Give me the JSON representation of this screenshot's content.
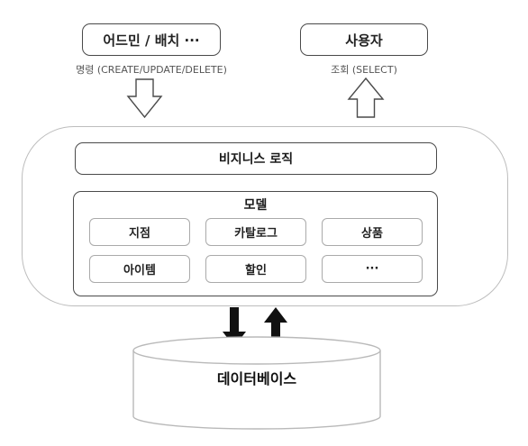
{
  "actors": {
    "admin": {
      "label": "어드민 / 배치 ···",
      "caption": "명령 (CREATE/UPDATE/DELETE)"
    },
    "user": {
      "label": "사용자",
      "caption": "조회 (SELECT)"
    }
  },
  "business_logic": {
    "label": "비지니스 로직"
  },
  "model": {
    "title": "모델",
    "entities": [
      "지점",
      "카탈로그",
      "상품",
      "아이템",
      "할인",
      "···"
    ]
  },
  "database": {
    "label": "데이터베이스"
  },
  "colors": {
    "border_dark": "#4a4a4a",
    "border_light": "#bdbdbd",
    "arrow_fill": "#111111",
    "text": "#1a1a1a"
  }
}
